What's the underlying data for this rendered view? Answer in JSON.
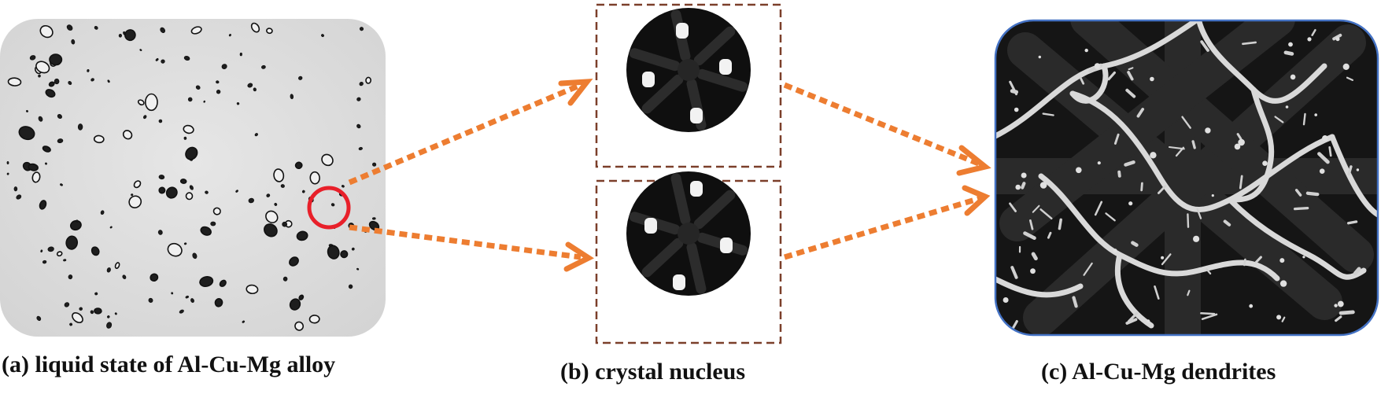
{
  "captions": {
    "a": "(a) liquid state of Al-Cu-Mg alloy",
    "b": "(b) crystal nucleus",
    "c": "(c) Al-Cu-Mg dendrites"
  },
  "colors": {
    "arrow": "#ED7D31",
    "highlight_ring": "#E8202A",
    "nucleus_box_border": "#7B3F2A",
    "dendrite_frame_border": "#4472C4",
    "micrograph_bg": "#DCDCDC",
    "simulation_bg": "#151515",
    "solute": "#D9D9D9"
  },
  "icons": {
    "highlight": "red-circle-highlight",
    "arrow": "dotted-arrow"
  }
}
